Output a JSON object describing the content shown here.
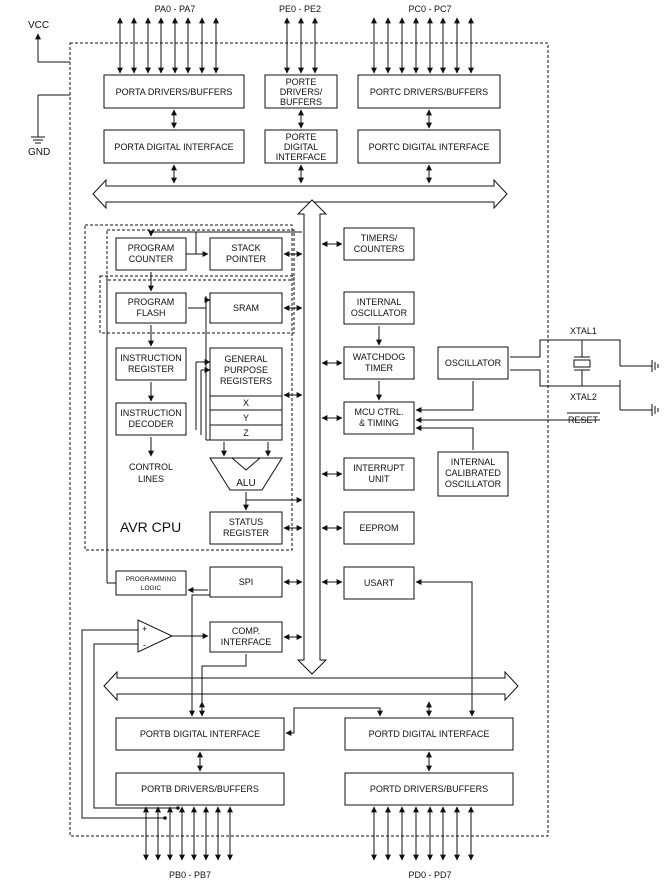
{
  "ports_top": {
    "pa": "PA0 - PA7",
    "pe": "PE0 - PE2",
    "pc": "PC0 - PC7"
  },
  "ports_bottom": {
    "pb": "PB0 - PB7",
    "pd": "PD0 - PD7"
  },
  "power": {
    "vcc": "VCC",
    "gnd": "GND"
  },
  "blocks": {
    "porta_drivers": "PORTA DRIVERS/BUFFERS",
    "porta_interface": "PORTA DIGITAL INTERFACE",
    "porte_drivers": [
      "PORTE",
      "DRIVERS/",
      "BUFFERS"
    ],
    "porte_interface": [
      "PORTE",
      "DIGITAL",
      "INTERFACE"
    ],
    "portc_drivers": "PORTC DRIVERS/BUFFERS",
    "portc_interface": "PORTC DIGITAL INTERFACE",
    "program_counter": [
      "PROGRAM",
      "COUNTER"
    ],
    "stack_pointer": [
      "STACK",
      "POINTER"
    ],
    "program_flash": [
      "PROGRAM",
      "FLASH"
    ],
    "sram": "SRAM",
    "instruction_register": [
      "INSTRUCTION",
      "REGISTER"
    ],
    "gp_registers": [
      "GENERAL",
      "PURPOSE",
      "REGISTERS"
    ],
    "reg_x": "X",
    "reg_y": "Y",
    "reg_z": "Z",
    "instruction_decoder": [
      "INSTRUCTION",
      "DECODER"
    ],
    "control_lines": [
      "CONTROL",
      "LINES"
    ],
    "alu": "ALU",
    "avr_cpu": "AVR CPU",
    "status_register": [
      "STATUS",
      "REGISTER"
    ],
    "programming_logic": [
      "PROGRAMMING",
      "LOGIC"
    ],
    "spi": "SPI",
    "comp_interface": [
      "COMP.",
      "INTERFACE"
    ],
    "timers": [
      "TIMERS/",
      "COUNTERS"
    ],
    "internal_oscillator": [
      "INTERNAL",
      "OSCILLATOR"
    ],
    "watchdog": [
      "WATCHDOG",
      "TIMER"
    ],
    "mcu_ctrl": [
      "MCU CTRL.",
      "& TIMING"
    ],
    "oscillator": "OSCILLATOR",
    "internal_calibrated": [
      "INTERNAL",
      "CALIBRATED",
      "OSCILLATOR"
    ],
    "interrupt_unit": [
      "INTERRUPT",
      "UNIT"
    ],
    "eeprom": "EEPROM",
    "usart": "USART",
    "portb_interface": "PORTB DIGITAL INTERFACE",
    "portb_drivers": "PORTB DRIVERS/BUFFERS",
    "portd_interface": "PORTD DIGITAL INTERFACE",
    "portd_drivers": "PORTD DRIVERS/BUFFERS"
  },
  "pins": {
    "xtal1": "XTAL1",
    "xtal2": "XTAL2",
    "reset": "RESET"
  },
  "comparator": {
    "plus": "+",
    "minus": "-"
  }
}
